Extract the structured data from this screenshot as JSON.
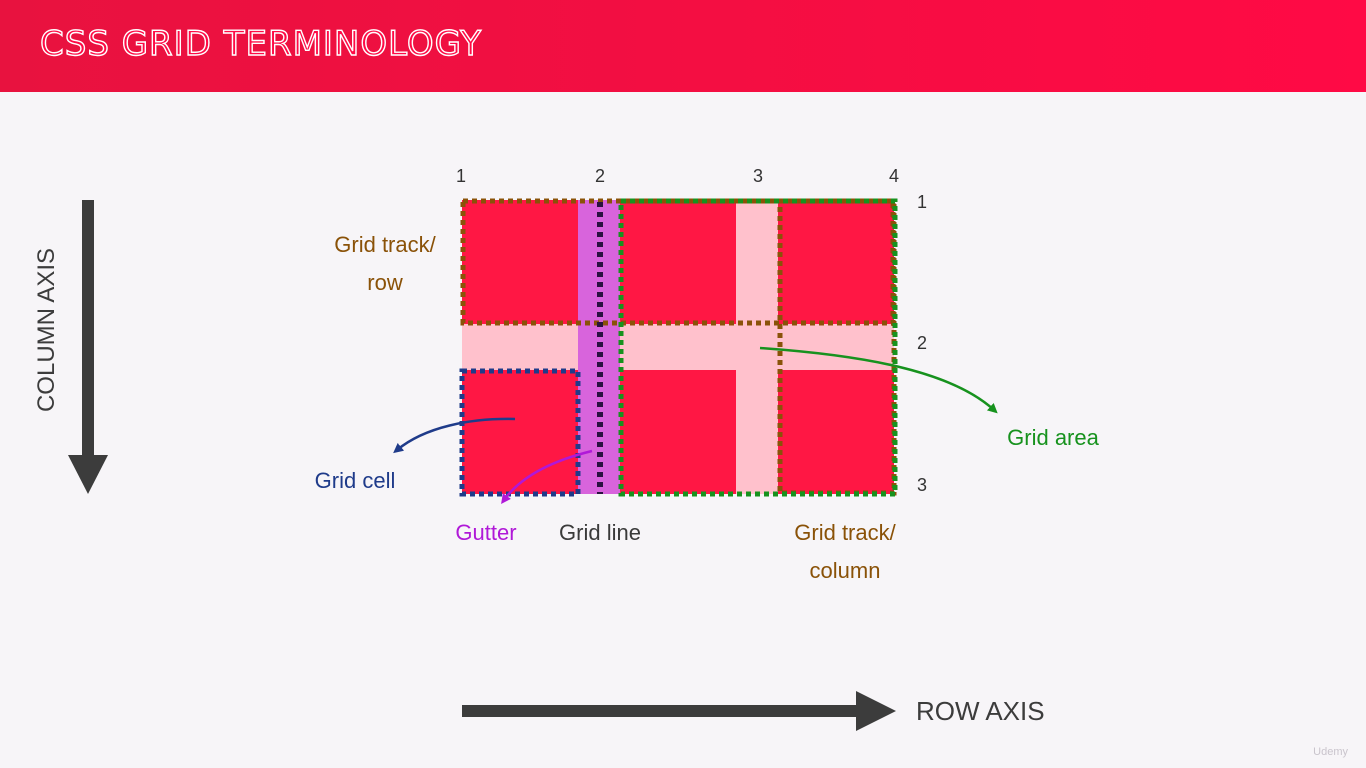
{
  "header": {
    "title": "CSS GRID TERMINOLOGY"
  },
  "colors": {
    "cell": "#ff1744",
    "gap": "#ffc1cc",
    "gutter": "#d864dc",
    "track_row": "#8a5208",
    "track_column": "#8a5208",
    "area": "#17921e",
    "cell_outline": "#1f3b8a",
    "grid_line": "#2a1240",
    "axis": "#3c3c3c"
  },
  "grid_line_numbers": {
    "columns": [
      "1",
      "2",
      "3",
      "4"
    ],
    "rows": [
      "1",
      "2",
      "3"
    ]
  },
  "labels": {
    "track_row": [
      "Grid track/",
      "row"
    ],
    "track_column": [
      "Grid track/",
      "column"
    ],
    "grid_area": "Grid area",
    "grid_cell": "Grid cell",
    "gutter": "Gutter",
    "grid_line": "Grid line"
  },
  "axes": {
    "column_axis": "COLUMN AXIS",
    "row_axis": "ROW AXIS"
  },
  "watermark": "Udemy"
}
